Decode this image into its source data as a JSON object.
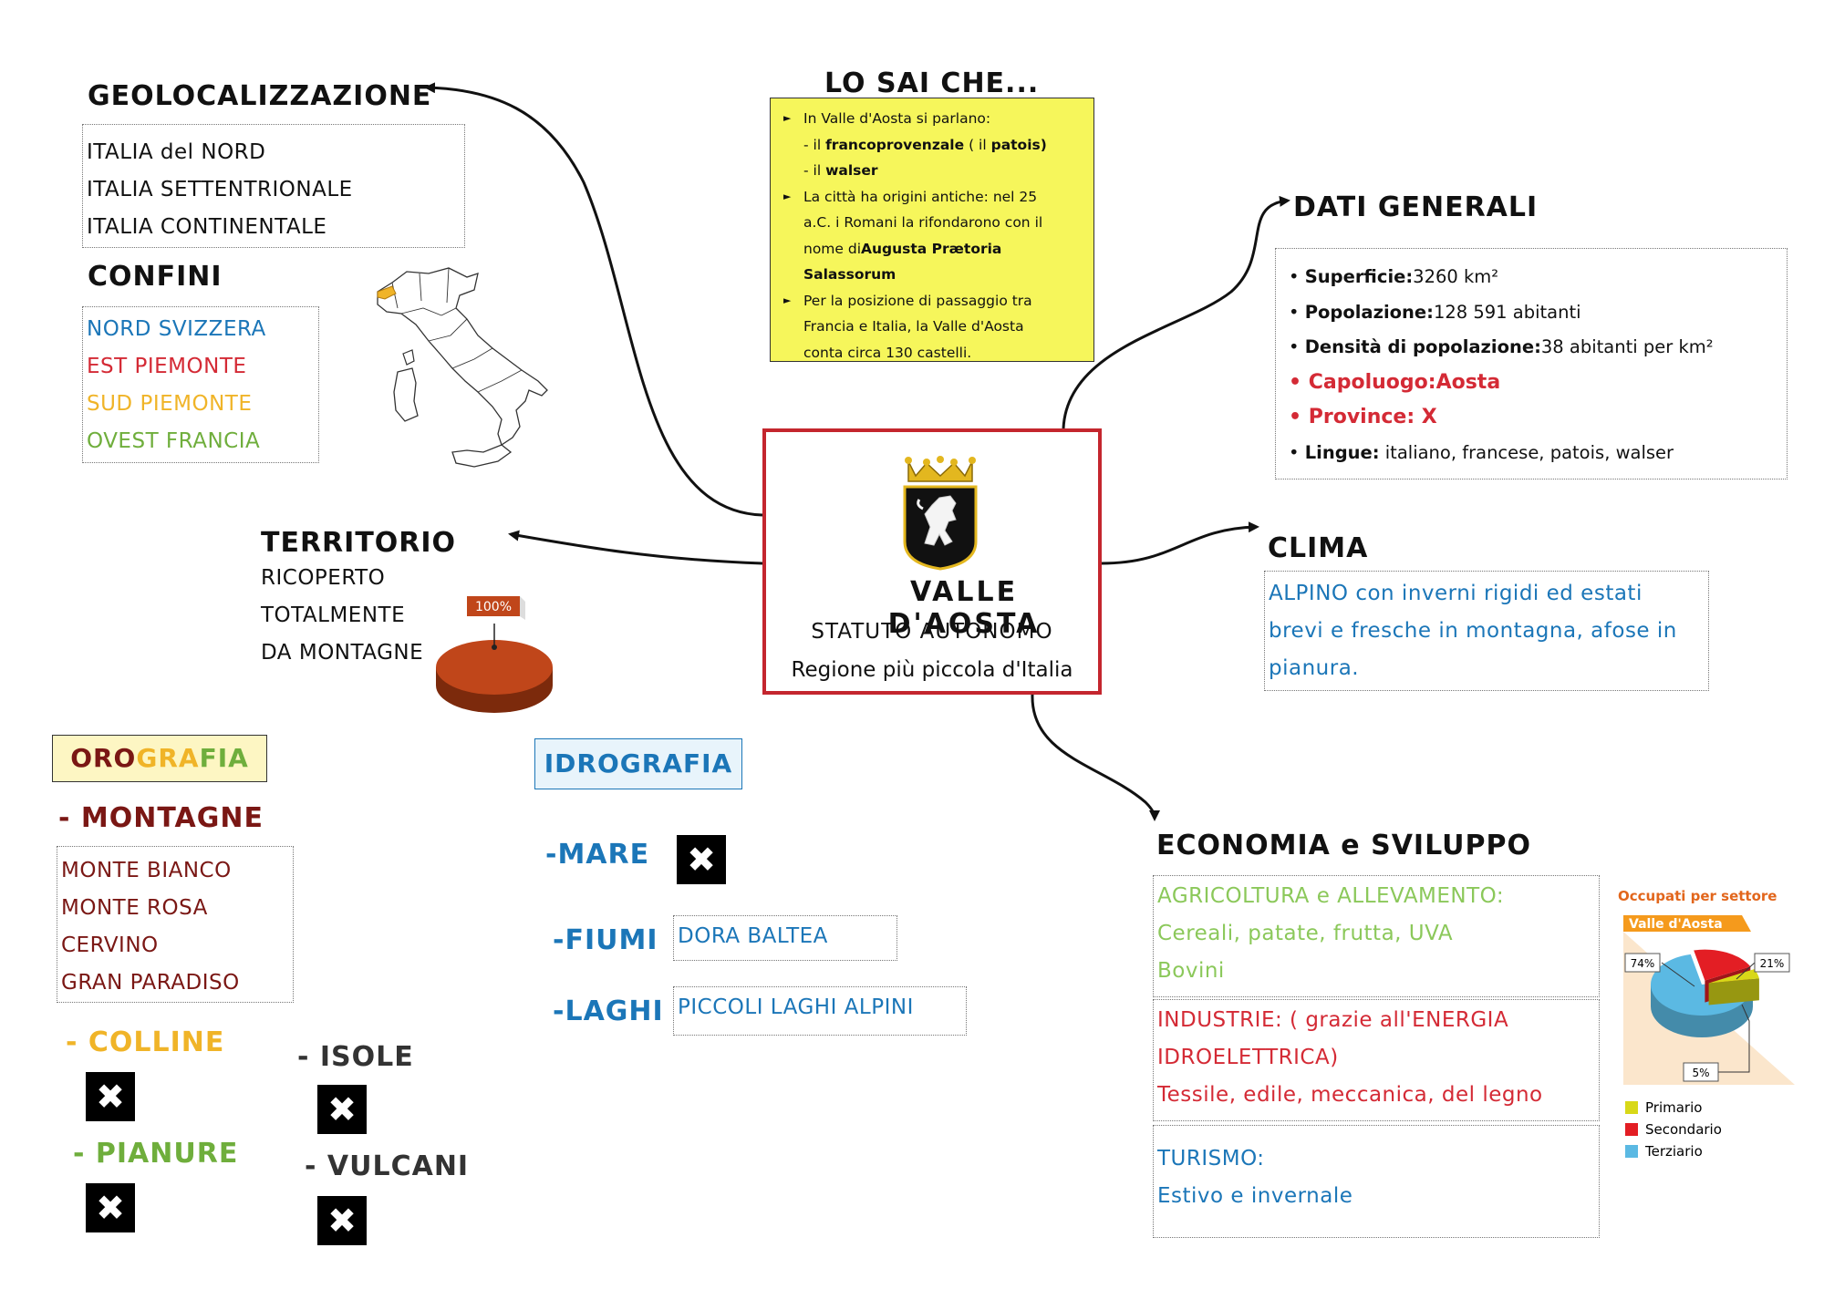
{
  "center": {
    "name": "VALLE D'AOSTA",
    "status": "STATUTO AUTONOMO",
    "note": "Regione più piccola d'Italia"
  },
  "geolocalizzazione": {
    "title": "GEOLOCALIZZAZIONE",
    "items": [
      "ITALIA del NORD",
      "ITALIA SETTENTRIONALE",
      "ITALIA CONTINENTALE"
    ]
  },
  "confini": {
    "title": "CONFINI",
    "items": [
      {
        "text": "NORD SVIZZERA",
        "color": "#1b76b8"
      },
      {
        "text": "EST PIEMONTE",
        "color": "#d42a35"
      },
      {
        "text": "SUD PIEMONTE",
        "color": "#f0b428"
      },
      {
        "text": "OVEST FRANCIA",
        "color": "#6fae3c"
      }
    ]
  },
  "lo_sai_che": {
    "title": "LO SAI CHE...",
    "b1_line1": "In Valle d'Aosta si parlano:",
    "b1_line2_pre": "- il ",
    "b1_line2_bold": "francoprovenzale",
    "b1_line2_mid": " ( il ",
    "b1_line2_bold2": "patois)",
    "b1_line3_pre": "- il ",
    "b1_line3_bold": "walser",
    "b2_line1": "La città ha origini antiche: nel 25",
    "b2_line2": "a.C. i Romani la rifondarono con il",
    "b2_line3_pre": "nome di",
    "b2_line3_bold": "Augusta Prætoria",
    "b2_line4_bold": "Salassorum",
    "b3_line1": "Per la posizione di passaggio tra",
    "b3_line2": "Francia e Italia, la Valle d'Aosta",
    "b3_line3": "conta circa 130 castelli."
  },
  "dati_generali": {
    "title": "DATI GENERALI",
    "superficie_label": "Superficie:",
    "superficie_value": "3260 km²",
    "popolazione_label": "Popolazione:",
    "popolazione_value": "128 591 abitanti",
    "densita_label": "Densità di popolazione:",
    "densita_value": "38 abitanti per km²",
    "capoluogo": "Capoluogo:Aosta",
    "province": "Province: X",
    "lingue_label": "Lingue:",
    "lingue_value": " italiano, francese, patois, walser"
  },
  "clima": {
    "title": "CLIMA",
    "lines": [
      "ALPINO con inverni rigidi ed estati",
      "brevi e fresche in montagna, afose in",
      "pianura."
    ]
  },
  "territorio": {
    "title": "TERRITORIO",
    "lines": [
      "RICOPERTO",
      "TOTALMENTE",
      "DA MONTAGNE"
    ],
    "pie_label": "100%"
  },
  "orografia": {
    "title_parts": [
      {
        "text": "ORO",
        "color": "#7a1714"
      },
      {
        "text": "GRA",
        "color": "#f0b428"
      },
      {
        "text": "FIA",
        "color": "#6fae3c"
      }
    ],
    "montagne_title": "- MONTAGNE",
    "montagne": [
      "MONTE BIANCO",
      "MONTE ROSA",
      "CERVINO",
      "GRAN PARADISO"
    ],
    "colline_title": "- COLLINE",
    "pianure_title": "- PIANURE",
    "isole_title": "- ISOLE",
    "vulcani_title": "- VULCANI",
    "x_mark": "✖"
  },
  "idrografia": {
    "title": "IDROGRAFIA",
    "mare_label": "-MARE",
    "fiumi_label": "-FIUMI",
    "fiumi_value": "DORA BALTEA",
    "laghi_label": "-LAGHI",
    "laghi_value": "PICCOLI LAGHI ALPINI"
  },
  "economia": {
    "title": "ECONOMIA e SVILUPPO",
    "agri_lines": [
      "AGRICOLTURA e ALLEVAMENTO:",
      "Cereali, patate, frutta, UVA",
      "Bovini"
    ],
    "ind_lines": [
      "INDUSTRIE: ( grazie all'ENERGIA",
      "IDROELETTRICA)",
      "Tessile, edile, meccanica, del legno"
    ],
    "tur_lines": [
      "TURISMO:",
      "Estivo e invernale"
    ]
  },
  "chart_data": [
    {
      "type": "pie",
      "title": "Occupati per settore",
      "subtitle": "Valle d'Aosta",
      "categories": [
        "Primario",
        "Secondario",
        "Terziario"
      ],
      "values": [
        5,
        21,
        74
      ],
      "labels": [
        "5%",
        "21%",
        "74%"
      ],
      "colors": [
        "#d8d818",
        "#e31e24",
        "#5bb9e3"
      ]
    },
    {
      "type": "pie",
      "title": "",
      "categories": [
        ""
      ],
      "values": [
        100
      ],
      "labels": [
        "100%"
      ],
      "colors": [
        "#c0461a"
      ]
    }
  ]
}
